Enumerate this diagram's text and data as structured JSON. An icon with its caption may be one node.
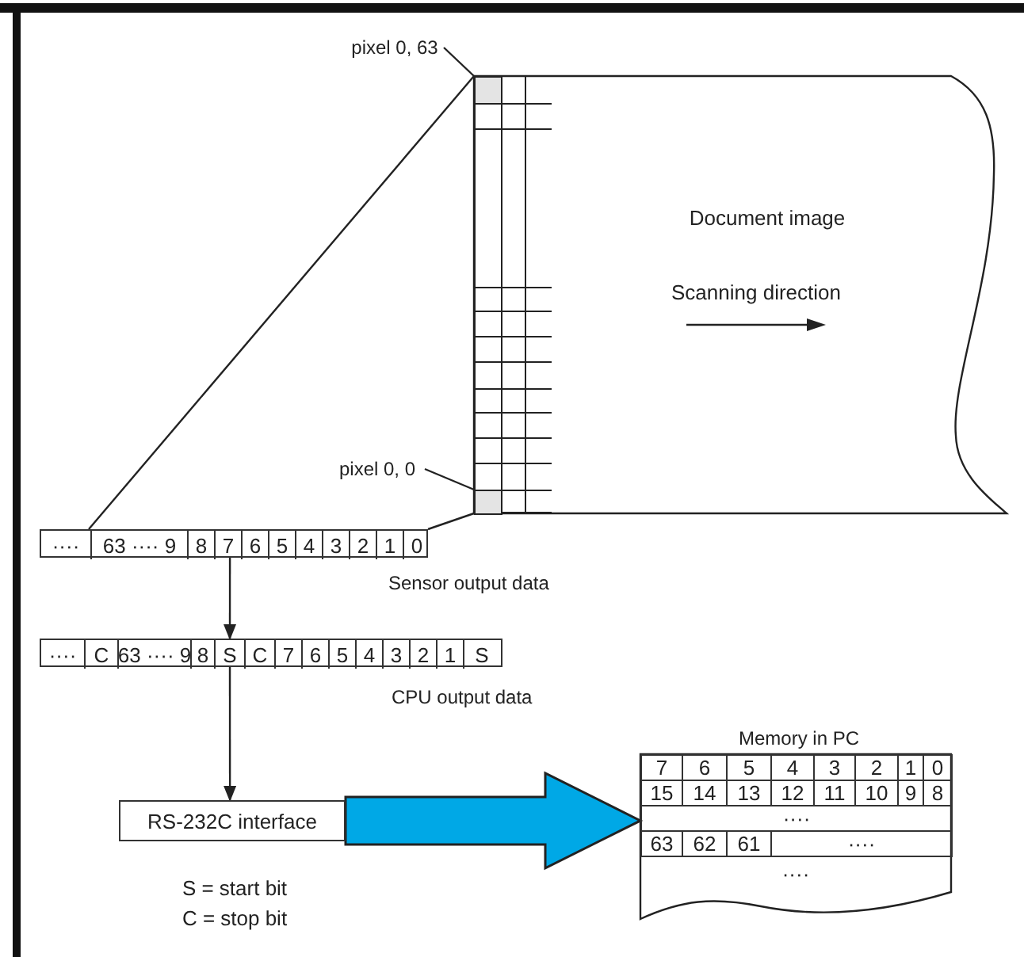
{
  "diagram": {
    "nodes": [
      {
        "text": [
          "Document image"
        ]
      },
      {
        "text": [],
        "shape": "box",
        "in": 0
      },
      {
        "text": [
          "pixel 0, 63"
        ]
      },
      {
        "text": [],
        "shape": "box",
        "in": 1
      },
      {
        "text": [
          "pixel 0, 0"
        ]
      },
      {
        "text": [],
        "shape": "box",
        "in": 1
      },
      {
        "text": [],
        "shape": "bar",
        "beside": [
          "Sensor output data"
        ]
      },
      {
        "text": [
          "····"
        ],
        "in": 6
      },
      {
        "text": [
          "63 ···· 9"
        ],
        "in": 6
      },
      {
        "text": [
          "8"
        ],
        "in": 6
      },
      {
        "text": [
          "7"
        ],
        "in": 6
      },
      {
        "text": [
          "6"
        ],
        "in": 6
      },
      {
        "text": [
          "5"
        ],
        "in": 6
      },
      {
        "text": [
          "4"
        ],
        "in": 6
      },
      {
        "text": [
          "3"
        ],
        "in": 6
      },
      {
        "text": [
          "2"
        ],
        "in": 6
      },
      {
        "text": [
          "1"
        ],
        "in": 6
      },
      {
        "text": [
          "0"
        ],
        "in": 6
      },
      {
        "text": [],
        "shape": "bar",
        "beside": [
          "CPU output data"
        ]
      },
      {
        "text": [
          "····"
        ],
        "in": 18
      },
      {
        "text": [
          "C"
        ],
        "in": 18
      },
      {
        "text": [
          "63 ···· 9"
        ],
        "in": 18
      },
      {
        "text": [
          "8"
        ],
        "in": 18
      },
      {
        "text": [
          "S"
        ],
        "in": 18
      },
      {
        "text": [
          "C"
        ],
        "in": 18
      },
      {
        "text": [
          "7"
        ],
        "in": 18
      },
      {
        "text": [
          "6"
        ],
        "in": 18
      },
      {
        "text": [
          "5"
        ],
        "in": 18
      },
      {
        "text": [
          "4"
        ],
        "in": 18
      },
      {
        "text": [
          "3"
        ],
        "in": 18
      },
      {
        "text": [
          "2"
        ],
        "in": 18
      },
      {
        "text": [
          "1"
        ],
        "in": 18
      },
      {
        "text": [
          "S"
        ],
        "in": 18
      },
      {
        "text": [
          "RS-232C interface"
        ]
      },
      {
        "text": [
          "Memory in PC"
        ]
      },
      {
        "text": [
          "7"
        ],
        "in": 34
      },
      {
        "text": [
          "6"
        ],
        "in": 34
      },
      {
        "text": [
          "5"
        ],
        "in": 34
      },
      {
        "text": [
          "4"
        ],
        "in": 34
      },
      {
        "text": [
          "3"
        ],
        "in": 34
      },
      {
        "text": [
          "2"
        ],
        "in": 34
      },
      {
        "text": [
          "1"
        ],
        "in": 34
      },
      {
        "text": [
          "0"
        ],
        "in": 34
      },
      {
        "text": [
          "15"
        ],
        "in": 34
      },
      {
        "text": [
          "14"
        ],
        "in": 34
      },
      {
        "text": [
          "13"
        ],
        "in": 34
      },
      {
        "text": [
          "12"
        ],
        "in": 34
      },
      {
        "text": [
          "11"
        ],
        "in": 34
      },
      {
        "text": [
          "10"
        ],
        "in": 34
      },
      {
        "text": [
          "9"
        ],
        "in": 34
      },
      {
        "text": [
          "8"
        ],
        "in": 34
      },
      {
        "text": [
          "····"
        ],
        "in": 34
      },
      {
        "text": [
          "63"
        ],
        "in": 34
      },
      {
        "text": [
          "62"
        ],
        "in": 34
      },
      {
        "text": [
          "61"
        ],
        "in": 34
      },
      {
        "text": [
          "····"
        ],
        "in": 34
      },
      {
        "text": [
          "····"
        ],
        "in": 34
      }
    ],
    "edges": [
      {
        "from": 2,
        "to": 3,
        "arrow": "none"
      },
      {
        "from": 4,
        "to": 5,
        "arrow": "none"
      },
      {
        "from": 3,
        "to": 8,
        "arrow": "none"
      },
      {
        "from": 5,
        "to": 17,
        "arrow": "none"
      },
      {
        "from": 6,
        "to": 18,
        "arrow": "to"
      },
      {
        "from": 18,
        "to": 33,
        "arrow": "to"
      },
      {
        "from": 33,
        "to": 34,
        "arrow": "to",
        "style": "thick",
        "color": "#00a8e6"
      }
    ],
    "labels": [
      "Scanning direction",
      "S = start bit",
      "C = stop bit"
    ]
  }
}
